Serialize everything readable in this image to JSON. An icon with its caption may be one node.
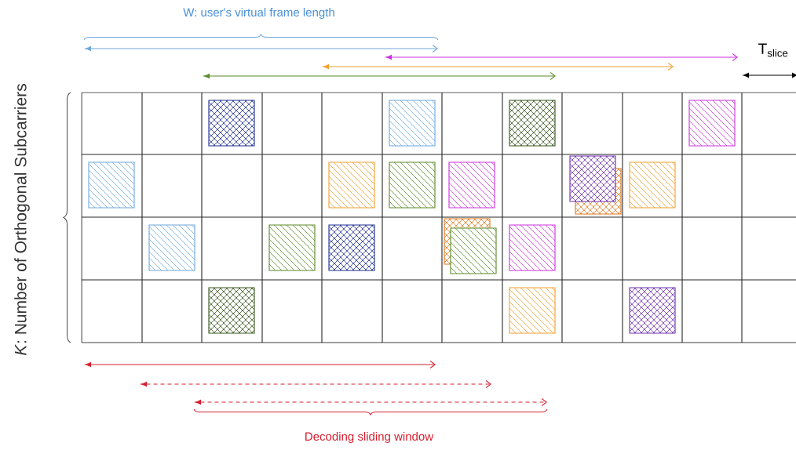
{
  "diagram": {
    "labels": [
      "W: user's virtual frame length",
      "T$_{slice}$",
      "*K*: Number of Orthogonal Subcarriers",
      "Decoding sliding window"
    ]
  }
}
